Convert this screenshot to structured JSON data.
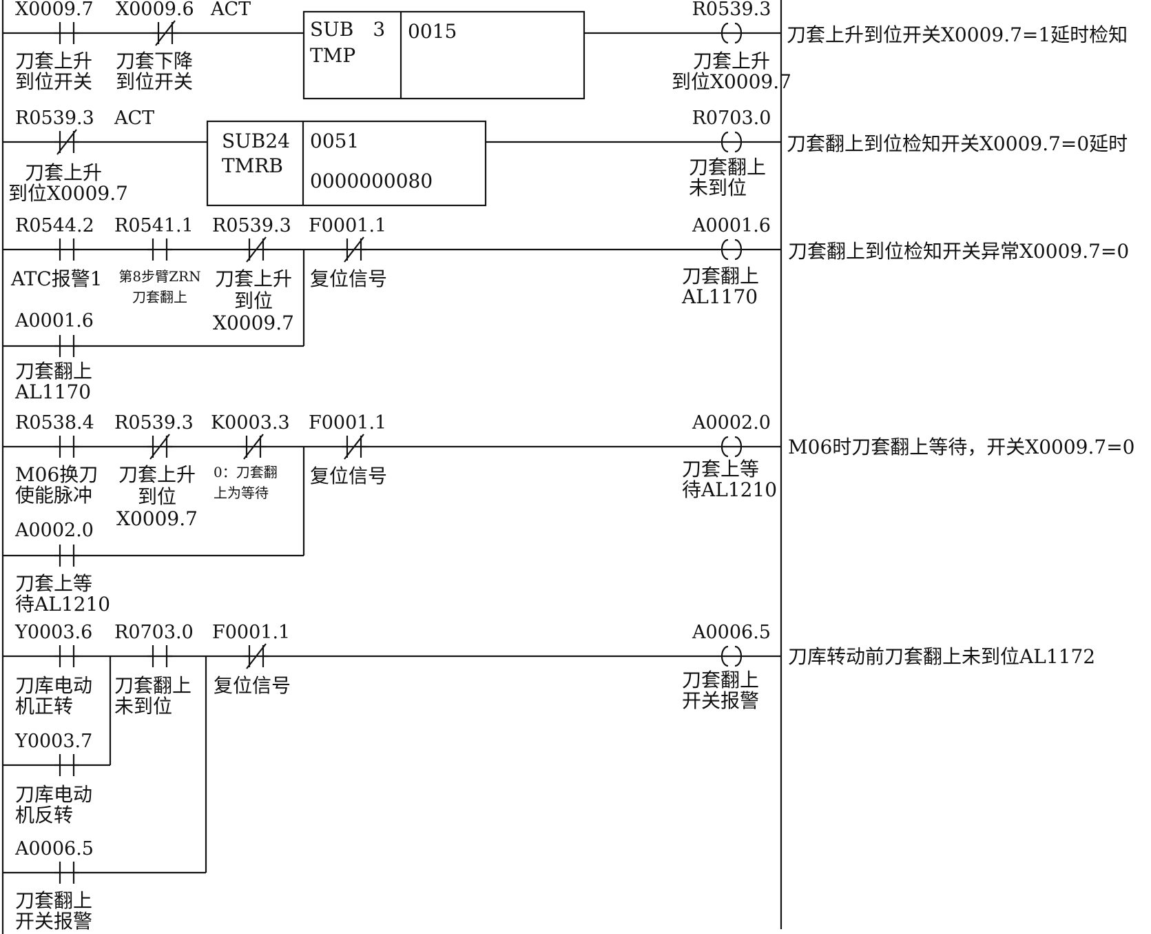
{
  "rungs": [
    {
      "contacts": [
        {
          "addr": "X0009.7",
          "type": "NO",
          "desc": [
            "刀套上升",
            "到位开关"
          ]
        },
        {
          "addr": "X0009.6",
          "type": "NC",
          "desc": [
            "刀套下降",
            "到位开关"
          ]
        },
        {
          "addr": "ACT",
          "type": "label",
          "desc": []
        }
      ],
      "block": {
        "name": [
          "SUB　3",
          "TMP"
        ],
        "params": [
          "0015"
        ]
      },
      "coil": {
        "addr": "R0539.3",
        "desc": [
          "刀套上升",
          "到位X0009.7"
        ]
      },
      "comment": "刀套上升到位开关X0009.7=1延时检知"
    },
    {
      "contacts": [
        {
          "addr": "R0539.3",
          "type": "NC",
          "desc": [
            "刀套上升",
            "到位X0009.7"
          ]
        },
        {
          "addr": "ACT",
          "type": "label",
          "desc": []
        }
      ],
      "block": {
        "name": [
          "SUB24",
          "TMRB"
        ],
        "params": [
          "0051",
          "0000000080"
        ]
      },
      "coil": {
        "addr": "R0703.0",
        "desc": [
          "刀套翻上",
          "未到位"
        ]
      },
      "comment": "刀套翻上到位检知开关X0009.7=0延时"
    },
    {
      "contacts": [
        {
          "addr": "R0544.2",
          "type": "NO",
          "desc": [
            "ATC报警1"
          ]
        },
        {
          "addr": "R0541.1",
          "type": "NO",
          "desc": [
            "第8步臂ZRN",
            "刀套翻上"
          ]
        },
        {
          "addr": "R0539.3",
          "type": "NC",
          "desc": [
            "刀套上升",
            "到位",
            "X0009.7"
          ]
        },
        {
          "addr": "F0001.1",
          "type": "NC",
          "desc": [
            "复位信号"
          ]
        }
      ],
      "branches": [
        {
          "addr": "A0001.6",
          "type": "NO",
          "desc": [
            "刀套翻上",
            "AL1170"
          ]
        }
      ],
      "coil": {
        "addr": "A0001.6",
        "desc": [
          "刀套翻上",
          "AL1170"
        ]
      },
      "comment": "刀套翻上到位检知开关异常X0009.7=0"
    },
    {
      "contacts": [
        {
          "addr": "R0538.4",
          "type": "NO",
          "desc": [
            "M06换刀",
            "使能脉冲"
          ]
        },
        {
          "addr": "R0539.3",
          "type": "NC",
          "desc": [
            "刀套上升",
            "到位",
            "X0009.7"
          ]
        },
        {
          "addr": "K0003.3",
          "type": "NC",
          "desc": [
            "0：刀套翻",
            "上为等待"
          ]
        },
        {
          "addr": "F0001.1",
          "type": "NC",
          "desc": [
            "复位信号"
          ]
        }
      ],
      "branches": [
        {
          "addr": "A0002.0",
          "type": "NO",
          "desc": [
            "刀套上等",
            "待AL1210"
          ]
        }
      ],
      "coil": {
        "addr": "A0002.0",
        "desc": [
          "刀套上等",
          "待AL1210"
        ]
      },
      "comment": "M06时刀套翻上等待，开关X0009.7=0"
    },
    {
      "contacts": [
        {
          "addr": "Y0003.6",
          "type": "NO",
          "desc": [
            "刀库电动",
            "机正转"
          ]
        },
        {
          "addr": "R0703.0",
          "type": "NO",
          "desc": [
            "刀套翻上",
            "未到位"
          ]
        },
        {
          "addr": "F0001.1",
          "type": "NC",
          "desc": [
            "复位信号"
          ]
        }
      ],
      "branches": [
        {
          "addr": "Y0003.7",
          "type": "NO",
          "desc": [
            "刀库电动",
            "机反转"
          ]
        },
        {
          "addr": "A0006.5",
          "type": "NO",
          "desc": [
            "刀套翻上",
            "开关报警"
          ]
        }
      ],
      "coil": {
        "addr": "A0006.5",
        "desc": [
          "刀套翻上",
          "开关报警"
        ]
      },
      "comment": "刀库转动前刀套翻上未到位AL1172"
    }
  ]
}
